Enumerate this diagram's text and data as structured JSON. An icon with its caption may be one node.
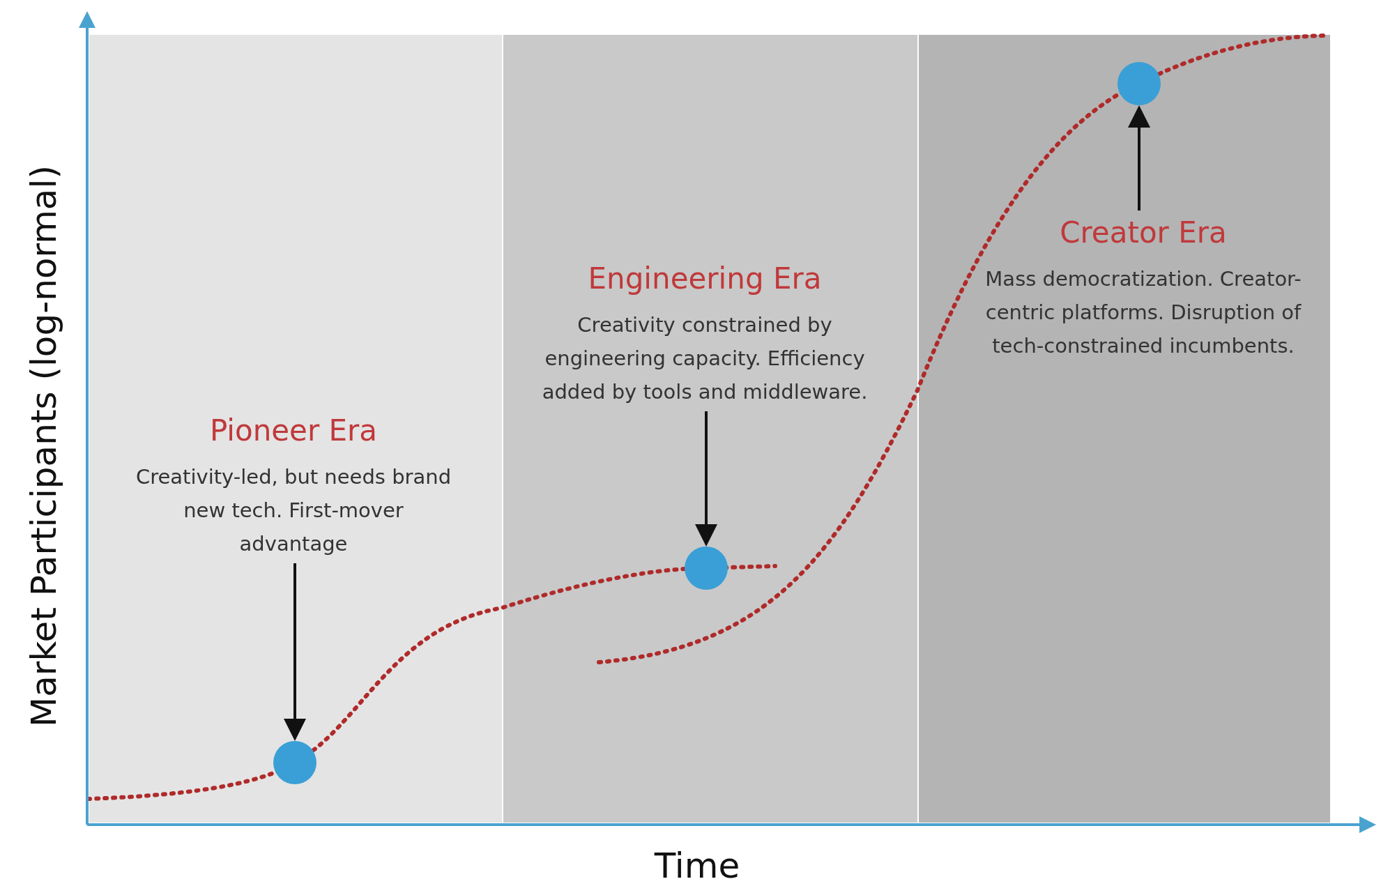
{
  "diagram": {
    "nodes": [
      {
        "text": [],
        "shape": "box"
      },
      {
        "text": [
          "Pioneer Era",
          "Creativity-led, but needs brand new tech. First-mover advantage"
        ],
        "in": 0
      },
      {
        "text": [],
        "shape": "circle",
        "in": 0
      },
      {
        "text": [],
        "shape": "box"
      },
      {
        "text": [
          "Engineering Era",
          "Creativity constrained by engineering capacity. Efficiency added by tools and middleware."
        ],
        "in": 3
      },
      {
        "text": [],
        "shape": "circle",
        "in": 3
      },
      {
        "text": [],
        "shape": "box"
      },
      {
        "text": [
          "Creator Era",
          "Mass democratization. Creator-centric platforms. Disruption of tech-constrained incumbents."
        ],
        "in": 6
      },
      {
        "text": [],
        "shape": "circle",
        "in": 6
      }
    ],
    "edges": [
      {
        "from": 1,
        "to": 2,
        "arrow": "to"
      },
      {
        "from": 4,
        "to": 5,
        "arrow": "to"
      },
      {
        "from": 7,
        "to": 8,
        "arrow": "to"
      }
    ],
    "labels": [
      "Market Participants (log-normal)",
      "Time"
    ]
  }
}
